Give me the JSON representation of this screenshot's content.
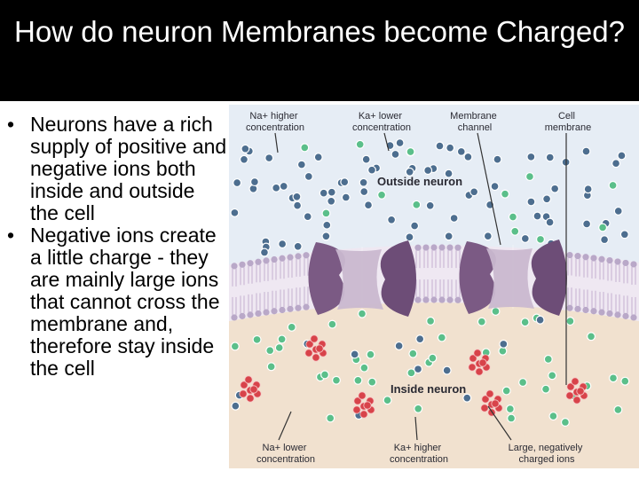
{
  "slide": {
    "title": "How do neuron Membranes become Charged?",
    "bullets": [
      "Neurons have a rich supply of positive and negative ions both inside and outside the cell",
      "Negative ions create a little charge - they are mainly large ions that cannot cross the membrane and, therefore stay inside the cell"
    ]
  },
  "diagram": {
    "labels": {
      "na_outside": [
        "Na+ higher",
        "concentration"
      ],
      "k_outside": [
        "Ka+ lower",
        "concentration"
      ],
      "channel": [
        "Membrane",
        "channel"
      ],
      "membrane": [
        "Cell",
        "membrane"
      ],
      "outside_region": "Outside neuron",
      "inside_region": "Inside neuron",
      "na_inside": [
        "Na+ lower",
        "concentration"
      ],
      "k_inside": [
        "Ka+ higher",
        "concentration"
      ],
      "large_ions": [
        "Large, negatively",
        "charged ions"
      ]
    },
    "colors": {
      "outside_bg": "#e6edf5",
      "inside_bg": "#f1e1cf",
      "na_ion": "#4d6e8f",
      "k_ion": "#5bbf8a",
      "large_ion": "#d8434a",
      "channel": "#7b5a84",
      "lipid_head": "#b9a8c8"
    }
  }
}
